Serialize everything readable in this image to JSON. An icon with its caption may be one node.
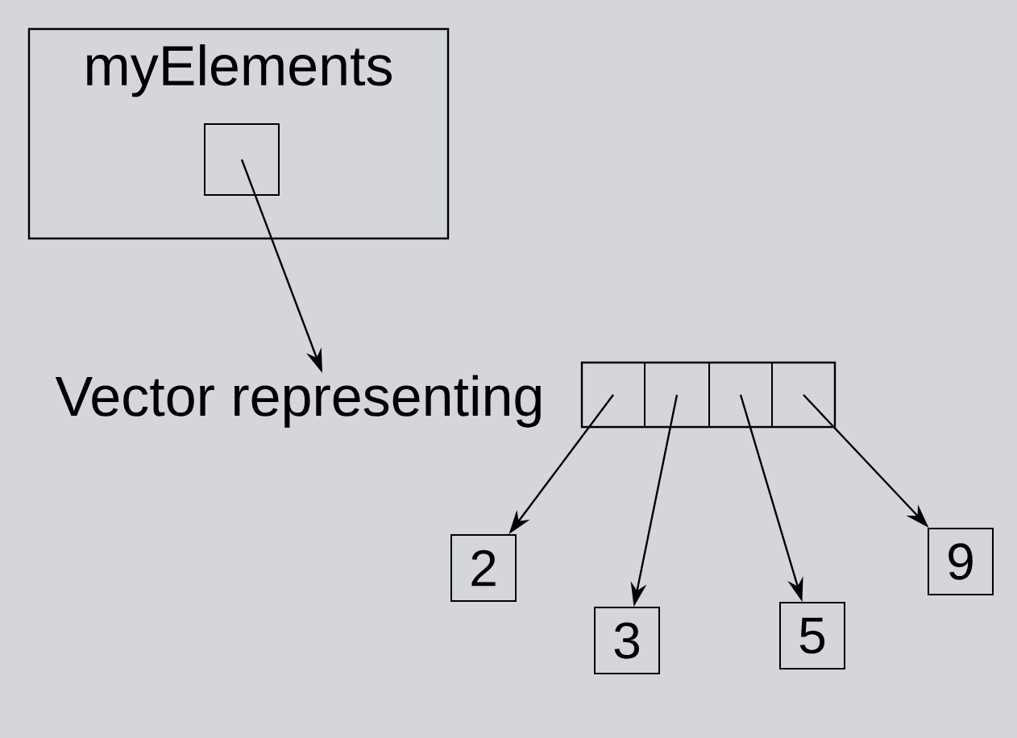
{
  "diagram": {
    "nodes": [
      {
        "text": [
          "myElements"
        ]
      },
      {
        "text": [],
        "shape": "box",
        "in": 0
      },
      {
        "text": [
          "Vector representing"
        ]
      },
      {
        "text": [],
        "shape": "bar"
      },
      {
        "text": [],
        "shape": "box",
        "in": 3
      },
      {
        "text": [],
        "shape": "box",
        "in": 3
      },
      {
        "text": [],
        "shape": "box",
        "in": 3
      },
      {
        "text": [],
        "shape": "box",
        "in": 3
      },
      {
        "text": [
          "2"
        ]
      },
      {
        "text": [
          "3"
        ]
      },
      {
        "text": [
          "5"
        ]
      },
      {
        "text": [
          "9"
        ]
      }
    ],
    "edges": [
      {
        "from": 1,
        "to": 2,
        "arrow": "to"
      },
      {
        "from": 4,
        "to": 8,
        "arrow": "to"
      },
      {
        "from": 5,
        "to": 9,
        "arrow": "to"
      },
      {
        "from": 6,
        "to": 10,
        "arrow": "to"
      },
      {
        "from": 7,
        "to": 11,
        "arrow": "to"
      }
    ]
  }
}
